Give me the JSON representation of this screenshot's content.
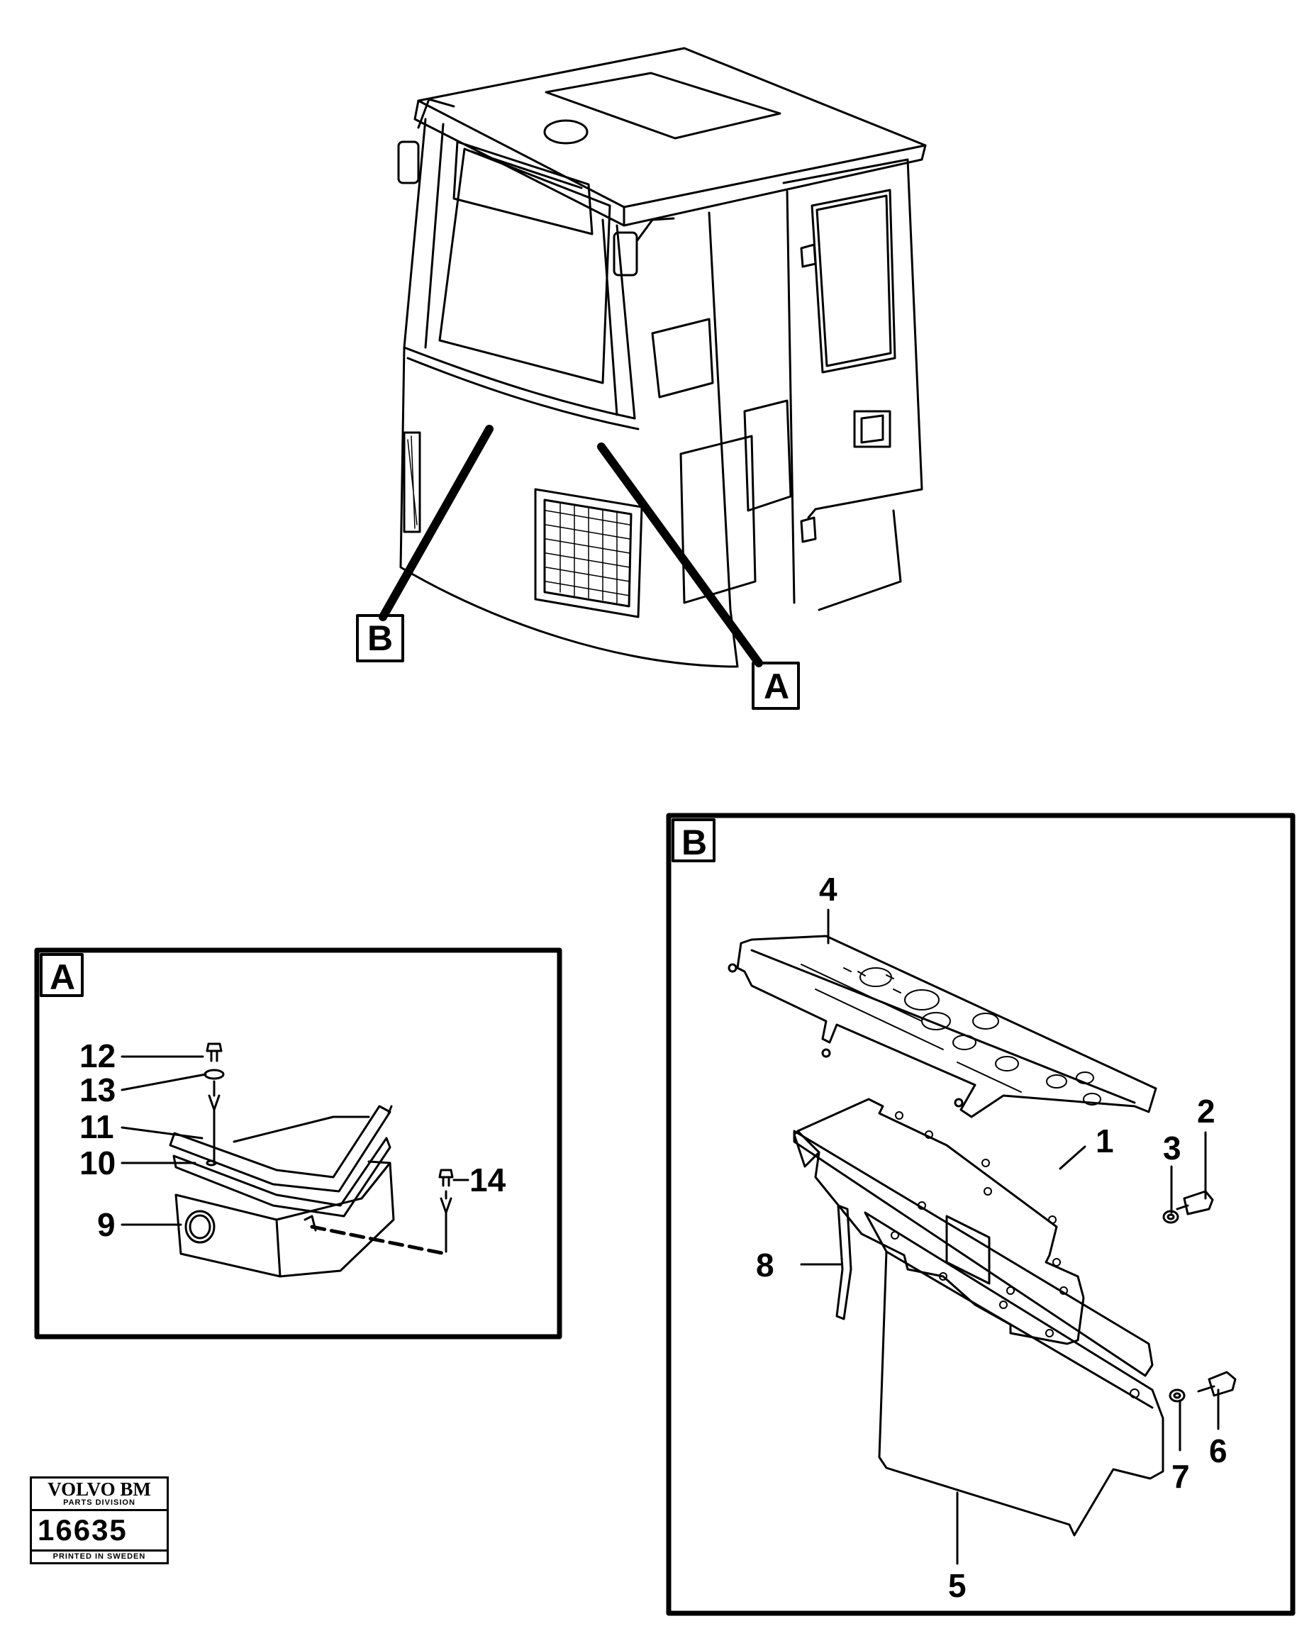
{
  "overview": {
    "callout_b": "B",
    "callout_a": "A"
  },
  "detail_a": {
    "title": "A",
    "callouts": {
      "p12": "12",
      "p13": "13",
      "p11": "11",
      "p10": "10",
      "p9": "9",
      "p14": "14"
    }
  },
  "detail_b": {
    "title": "B",
    "callouts": {
      "p4": "4",
      "p2": "2",
      "p3": "3",
      "p1": "1",
      "p8": "8",
      "p6": "6",
      "p7": "7",
      "p5": "5"
    }
  },
  "stamp": {
    "brand": "VOLVO BM",
    "division": "PARTS DIVISION",
    "number": "16635",
    "printed": "PRINTED IN SWEDEN"
  }
}
